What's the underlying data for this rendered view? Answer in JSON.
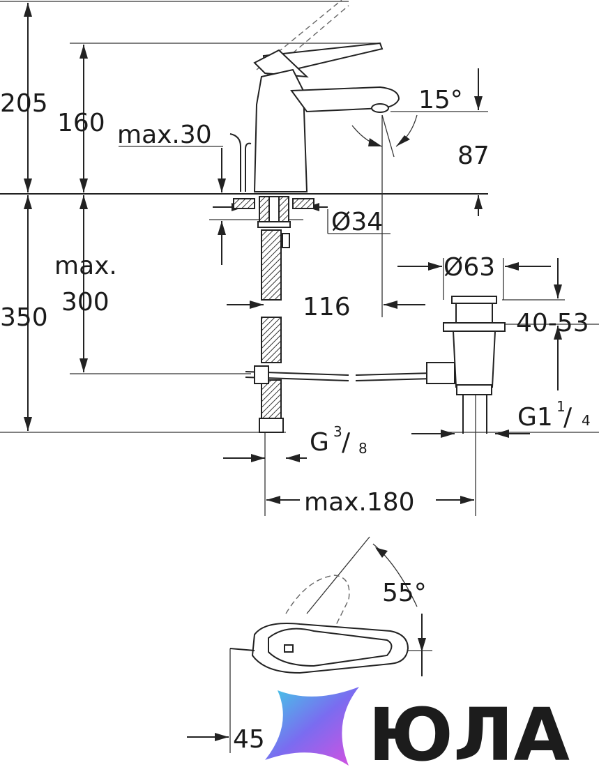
{
  "dimensions": {
    "h_total_upper": "205",
    "h_spout_body": "160",
    "max_thickness": "max.30",
    "spout_angle": "15°",
    "spout_height": "87",
    "shank_dia": "Ø34",
    "max_label": "max.",
    "max_hose": "300",
    "h_total_lower": "350",
    "waste_dia": "Ø63",
    "reach": "116",
    "waste_range": "40-53",
    "waste_thread_main": "G1",
    "waste_thread_num": "1",
    "waste_thread_den": "4",
    "hose_thread_main": "G",
    "hose_thread_num": "3",
    "hose_thread_den": "8",
    "max_span": "max.180",
    "lever_angle": "55°",
    "lever_offset": "45"
  },
  "logo": {
    "text": "ЮЛА",
    "gradient_colors": [
      "#3fd0e6",
      "#7a6cf0",
      "#d94fe0"
    ]
  }
}
